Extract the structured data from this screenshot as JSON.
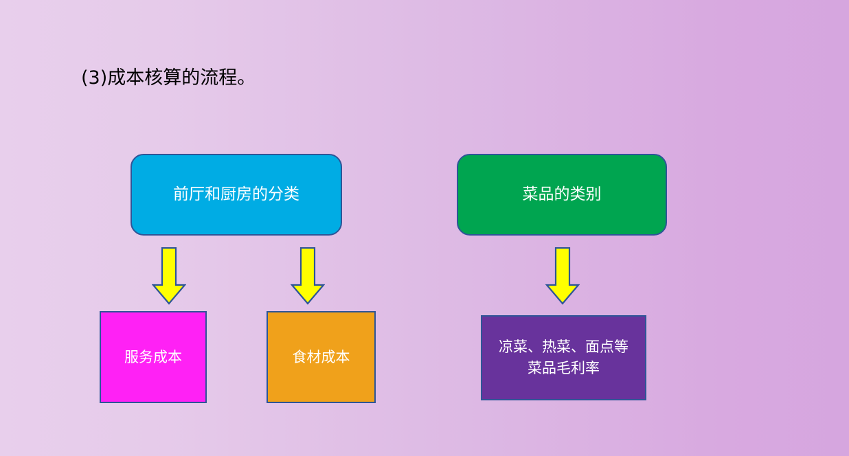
{
  "slide": {
    "title": "(3)成本核算的流程。",
    "background": {
      "gradient_from": "#e8cfec",
      "gradient_to": "#d6a6df",
      "direction": "left-to-right"
    }
  },
  "diagram": {
    "type": "flowchart",
    "nodes": [
      {
        "id": "front-kitchen",
        "label": "前厅和厨房的分类",
        "shape": "rounded-rectangle",
        "fill": "#00ace4",
        "border": "#2e5597",
        "text_color": "#ffffff"
      },
      {
        "id": "dish-category",
        "label": "菜品的类别",
        "shape": "rounded-rectangle",
        "fill": "#00a550",
        "border": "#2e5597",
        "text_color": "#ffffff"
      },
      {
        "id": "service-cost",
        "label": "服务成本",
        "shape": "rectangle",
        "fill": "#ff21f5",
        "border": "#2e5597",
        "text_color": "#ffffff"
      },
      {
        "id": "ingredient-cost",
        "label": "食材成本",
        "shape": "rectangle",
        "fill": "#f0a11b",
        "border": "#2e5597",
        "text_color": "#ffffff"
      },
      {
        "id": "dish-types",
        "label": "凉菜、热菜、面点等\n菜品毛利率",
        "shape": "rectangle",
        "fill": "#68339c",
        "border": "#2e5597",
        "text_color": "#ffffff"
      }
    ],
    "arrows": [
      {
        "id": "arrow-service",
        "from": "front-kitchen",
        "to": "service-cost",
        "direction": "down",
        "fill": "#ffff00",
        "border": "#2e5597"
      },
      {
        "id": "arrow-ingredient",
        "from": "front-kitchen",
        "to": "ingredient-cost",
        "direction": "down",
        "fill": "#ffff00",
        "border": "#2e5597"
      },
      {
        "id": "arrow-dish",
        "from": "dish-category",
        "to": "dish-types",
        "direction": "down",
        "fill": "#ffff00",
        "border": "#2e5597"
      }
    ]
  }
}
